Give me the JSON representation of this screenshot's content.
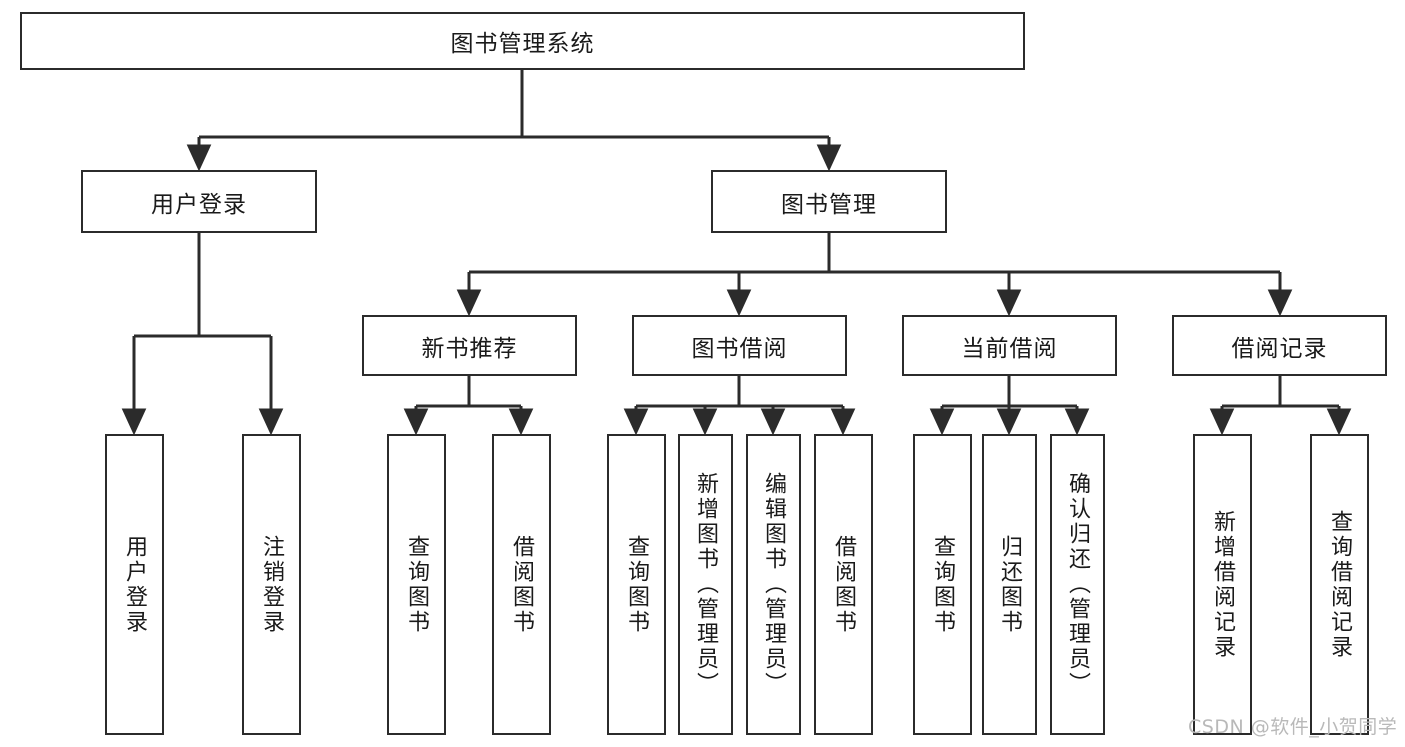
{
  "diagram": {
    "type": "tree-flowchart",
    "root": {
      "id": "root",
      "label": "图书管理系统"
    },
    "level1": [
      {
        "id": "user-login",
        "label": "用户登录"
      },
      {
        "id": "book-manage",
        "label": "图书管理"
      }
    ],
    "level2": [
      {
        "id": "new-book-rec",
        "label": "新书推荐",
        "parent": "book-manage"
      },
      {
        "id": "book-borrow",
        "label": "图书借阅",
        "parent": "book-manage"
      },
      {
        "id": "current-borrow",
        "label": "当前借阅",
        "parent": "book-manage"
      },
      {
        "id": "borrow-record",
        "label": "借阅记录",
        "parent": "book-manage"
      }
    ],
    "leaves": [
      {
        "id": "leaf-user-login",
        "label": "用户登录",
        "parent": "user-login"
      },
      {
        "id": "leaf-logout",
        "label": "注销登录",
        "parent": "user-login"
      },
      {
        "id": "leaf-query-book-1",
        "label": "查询图书",
        "parent": "new-book-rec"
      },
      {
        "id": "leaf-borrow-book-1",
        "label": "借阅图书",
        "parent": "new-book-rec"
      },
      {
        "id": "leaf-query-book-2",
        "label": "查询图书",
        "parent": "book-borrow"
      },
      {
        "id": "leaf-add-book",
        "label": "新增图书（管理员）",
        "parent": "book-borrow"
      },
      {
        "id": "leaf-edit-book",
        "label": "编辑图书（管理员）",
        "parent": "book-borrow"
      },
      {
        "id": "leaf-borrow-book-2",
        "label": "借阅图书",
        "parent": "book-borrow"
      },
      {
        "id": "leaf-query-book-3",
        "label": "查询图书",
        "parent": "current-borrow"
      },
      {
        "id": "leaf-return-book",
        "label": "归还图书",
        "parent": "current-borrow"
      },
      {
        "id": "leaf-confirm-return",
        "label": "确认归还（管理员）",
        "parent": "current-borrow"
      },
      {
        "id": "leaf-add-record",
        "label": "新增借阅记录",
        "parent": "borrow-record"
      },
      {
        "id": "leaf-query-record",
        "label": "查询借阅记录",
        "parent": "borrow-record"
      }
    ]
  },
  "watermark": {
    "text": "CSDN @软件_小贺同学"
  },
  "colors": {
    "stroke": "#2b2b2b",
    "fill": "#ffffff",
    "text": "#1a1a1a",
    "watermark": "#b9b9b9"
  }
}
